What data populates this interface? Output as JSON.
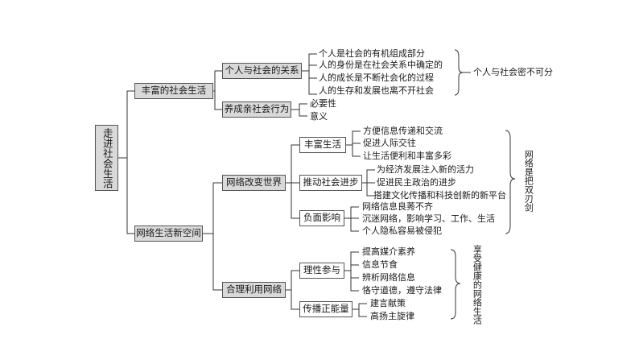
{
  "root": "走进社会生活",
  "branch1": {
    "label": "丰富的社会生活",
    "sub1": {
      "label": "个人与社会的关系",
      "items": [
        "个人是社会的有机组成部分",
        "人的身份是在社会关系中确定的",
        "人的成长是不断社会化的过程",
        "人的生存和发展也离不开社会"
      ],
      "summary": "个人与社会密不可分"
    },
    "sub2": {
      "label": "养成亲社会行为",
      "items": [
        "必要性",
        "意义"
      ]
    }
  },
  "branch2": {
    "label": "网络生活新空间",
    "sub1": {
      "label": "网络改变世界",
      "groups": [
        {
          "label": "丰富生活",
          "items": [
            "方便信息传递和交流",
            "促进人际交往",
            "让生活便利和丰富多彩"
          ]
        },
        {
          "label": "推动社会进步",
          "items": [
            "为经济发展注入新的活力",
            "促进民主政治的进步",
            "搭建文化传播和科技创新的新平台"
          ]
        },
        {
          "label": "负面影响",
          "items": [
            "网络信息良莠不齐",
            "沉迷网络，影响学习、工作、生活",
            "个人隐私容易被侵犯"
          ]
        }
      ],
      "summary": "网络是把双刃剑"
    },
    "sub2": {
      "label": "合理利用网络",
      "groups": [
        {
          "label": "理性参与",
          "items": [
            "提高媒介素养",
            "信息节食",
            "辨析网络信息",
            "恪守道德，遵守法律"
          ]
        },
        {
          "label": "传播正能量",
          "items": [
            "建言献策",
            "高扬主旋律"
          ]
        }
      ],
      "summary": "享受健康的网络生活"
    }
  }
}
